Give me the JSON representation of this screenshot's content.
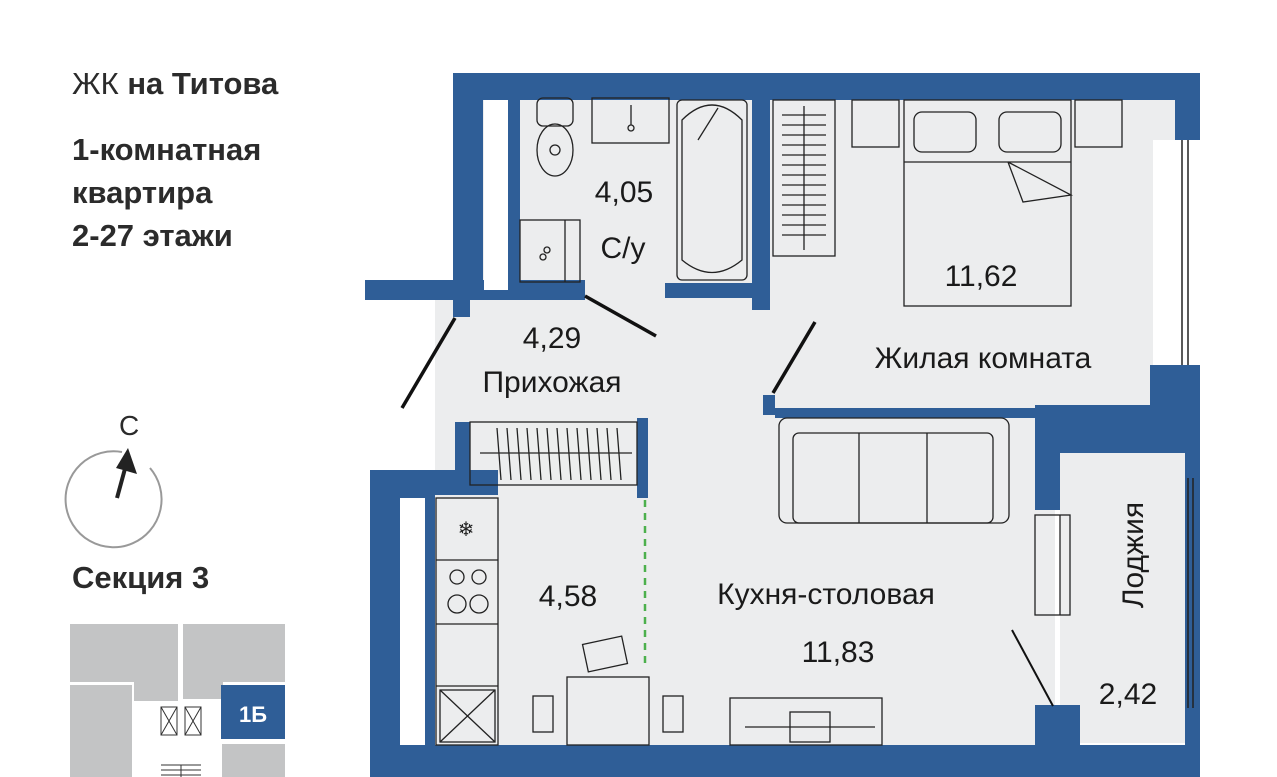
{
  "header": {
    "complex_prefix": "ЖК",
    "complex_name": "на Титова",
    "type_line1": "1-комнатная",
    "type_line2": "квартира",
    "type_line3": "2-27 этажи"
  },
  "compass": {
    "label": "С"
  },
  "section": {
    "title": "Секция 3",
    "unit_badge": "1Б"
  },
  "colors": {
    "wall": "#2f5e97",
    "floor": "#ecedee",
    "keyplan_gray": "#c3c4c5"
  },
  "rooms": [
    {
      "area": "4,05",
      "name": "С/у"
    },
    {
      "area": "4,29",
      "name": "Прихожая"
    },
    {
      "area": "11,62",
      "name": "Жилая комната"
    },
    {
      "area": "4,58",
      "name": ""
    },
    {
      "area": "11,83",
      "name": "Кухня-столовая"
    },
    {
      "area": "2,42",
      "name": "Лоджия"
    }
  ]
}
